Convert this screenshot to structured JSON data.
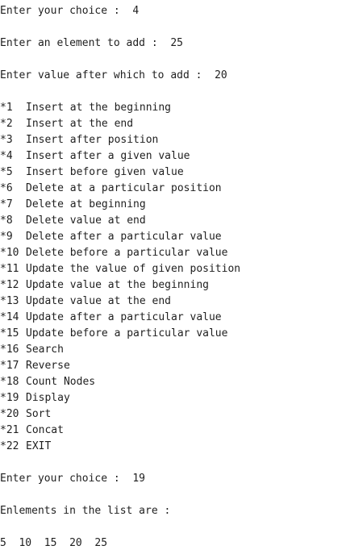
{
  "prompts": {
    "choice_1": "Enter your choice :  4",
    "element_to_add": "Enter an element to add :  25",
    "value_after": "Enter value after which to add :  20",
    "choice_2": "Enter your choice :  19",
    "list_header": "Enlements in the list are :",
    "list_values": "5  10  15  20  25"
  },
  "menu": [
    {
      "num": "*1",
      "label": "Insert at the beginning"
    },
    {
      "num": "*2",
      "label": "Insert at the end"
    },
    {
      "num": "*3",
      "label": "Insert after position"
    },
    {
      "num": "*4",
      "label": "Insert after a given value"
    },
    {
      "num": "*5",
      "label": "Insert before given value"
    },
    {
      "num": "*6",
      "label": "Delete at a particular position"
    },
    {
      "num": "*7",
      "label": "Delete at beginning"
    },
    {
      "num": "*8",
      "label": "Delete value at end"
    },
    {
      "num": "*9",
      "label": "Delete after a particular value"
    },
    {
      "num": "*10",
      "label": "Delete before a particular value"
    },
    {
      "num": "*11",
      "label": "Update the value of given position"
    },
    {
      "num": "*12",
      "label": "Update value at the beginning"
    },
    {
      "num": "*13",
      "label": "Update value at the end"
    },
    {
      "num": "*14",
      "label": "Update after a particular value"
    },
    {
      "num": "*15",
      "label": "Update before a particular value"
    },
    {
      "num": "*16",
      "label": "Search"
    },
    {
      "num": "*17",
      "label": "Reverse"
    },
    {
      "num": "*18",
      "label": "Count Nodes"
    },
    {
      "num": "*19",
      "label": "Display"
    },
    {
      "num": "*20",
      "label": "Sort"
    },
    {
      "num": "*21",
      "label": "Concat"
    },
    {
      "num": "*22",
      "label": "EXIT"
    }
  ]
}
